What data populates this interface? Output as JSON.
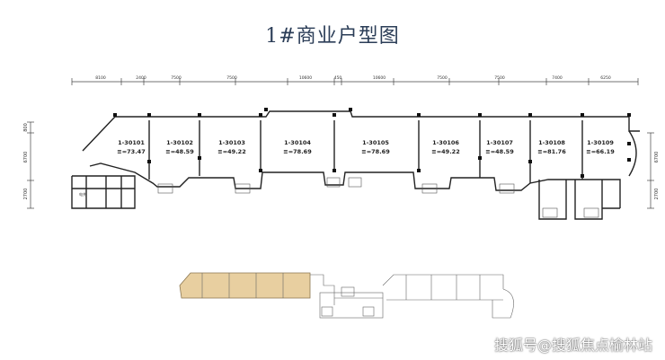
{
  "title": "1#商业户型图",
  "top_dimensions": [
    "8100",
    "2400",
    "7500",
    "7500",
    "10600",
    "450",
    "10600",
    "7500",
    "7500",
    "7400",
    "6250"
  ],
  "left_dimensions": [
    "800",
    "6700",
    "2700"
  ],
  "right_dimensions": [
    "6700",
    "2700"
  ],
  "units": [
    {
      "code": "1-30101",
      "area": "≡=73.47"
    },
    {
      "code": "1-30102",
      "area": "≡=48.59"
    },
    {
      "code": "1-30103",
      "area": "≡=49.22"
    },
    {
      "code": "1-30104",
      "area": "≡=78.69"
    },
    {
      "code": "1-30105",
      "area": "≡=78.69"
    },
    {
      "code": "1-30106",
      "area": "≡=49.22"
    },
    {
      "code": "1-30107",
      "area": "≡=48.59"
    },
    {
      "code": "1-30108",
      "area": "≡=81.76"
    },
    {
      "code": "1-30109",
      "area": "≡=66.19"
    }
  ],
  "room_tag": "电井",
  "colors": {
    "title": "#2b3d57",
    "highlight": "#e8cfa0",
    "line": "#222222"
  },
  "watermark": "搜狐号@搜狐焦点榆林站"
}
